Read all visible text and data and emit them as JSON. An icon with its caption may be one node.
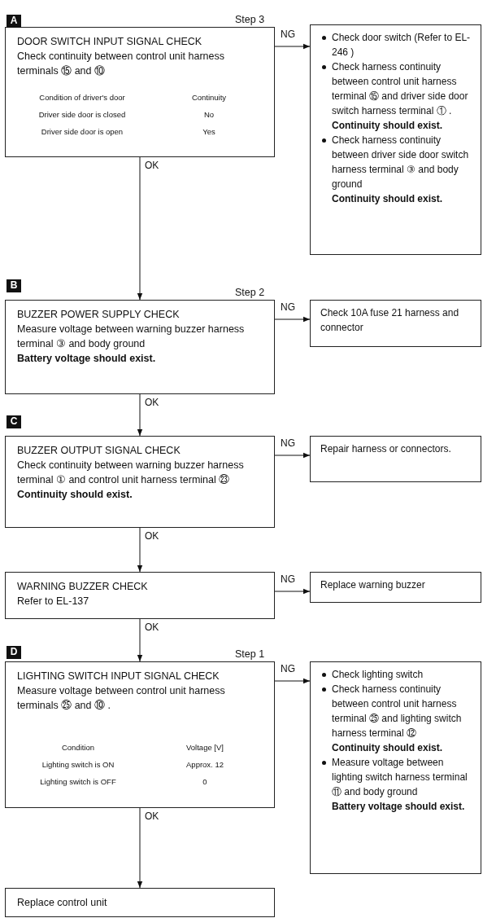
{
  "diagram": {
    "nodes": [
      {
        "text": [
          "DOOR SWITCH INPUT SIGNAL CHECK",
          "Check continuity between control unit harness terminals ⑮ and ⑩"
        ],
        "beside": [
          "Step 3"
        ]
      },
      {
        "text": [
          "Check door switch (Refer to EL-246 )",
          "Check harness continuity between control unit harness terminal ⑮ and driver side door switch harness terminal ① . **Continuity should exist.**",
          "Check harness continuity between driver side door switch harness terminal ③ and body ground **Continuity should exist.**"
        ]
      },
      {
        "text": [
          "BUZZER POWER SUPPLY CHECK",
          "Measure voltage between warning buzzer harness terminal ③ and body ground **Battery voltage should exist.**"
        ],
        "beside": [
          "Step 2"
        ]
      },
      {
        "text": [
          "Check 10A fuse 21 harness and connector"
        ]
      },
      {
        "text": [
          "BUZZER OUTPUT SIGNAL CHECK",
          "Check continuity between warning buzzer harness terminal ① and control unit harness terminal ㉓ **Continuity should exist.**"
        ]
      },
      {
        "text": [
          "Repair harness or connectors."
        ]
      },
      {
        "text": [
          "WARNING BUZZER CHECK",
          "Refer to EL-137"
        ]
      },
      {
        "text": [
          "Replace warning buzzer"
        ]
      },
      {
        "text": [
          "LIGHTING SWITCH INPUT SIGNAL CHECK",
          "Measure voltage between control unit harness terminals ㉕ and ⑩ ."
        ],
        "beside": [
          "Step 1"
        ]
      },
      {
        "text": [
          "Check lighting switch",
          "Check harness continuity between control unit harness terminal ㉕ and lighting switch harness terminal ⑫ **Continuity should exist.**",
          "Measure voltage between lighting switch harness terminal ⑪ and body ground **Battery voltage should exist.**"
        ]
      },
      {
        "text": [
          "Replace control unit"
        ]
      }
    ],
    "edges": [
      {
        "from": 0,
        "to": 1,
        "arrow": "to",
        "label": "NG"
      },
      {
        "from": 0,
        "to": 2,
        "arrow": "to",
        "label": "OK"
      },
      {
        "from": 2,
        "to": 3,
        "arrow": "to",
        "label": "NG"
      },
      {
        "from": 2,
        "to": 4,
        "arrow": "to",
        "label": "OK"
      },
      {
        "from": 4,
        "to": 5,
        "arrow": "to",
        "label": "NG"
      },
      {
        "from": 4,
        "to": 6,
        "arrow": "to",
        "label": "OK"
      },
      {
        "from": 6,
        "to": 7,
        "arrow": "to",
        "label": "NG"
      },
      {
        "from": 6,
        "to": 8,
        "arrow": "to",
        "label": "OK"
      },
      {
        "from": 8,
        "to": 9,
        "arrow": "to",
        "label": "NG"
      },
      {
        "from": 8,
        "to": 10,
        "arrow": "to",
        "label": "OK"
      }
    ],
    "labels": [
      "A",
      "Condition of driver's door",
      "Continuity",
      "Driver side door is closed",
      "No",
      "Driver side door is open",
      "Yes",
      "B",
      "C",
      "D",
      "Condition",
      "Voltage [V]",
      "Lighting switch is ON",
      "Approx. 12",
      "Lighting switch is OFF",
      "0"
    ]
  }
}
